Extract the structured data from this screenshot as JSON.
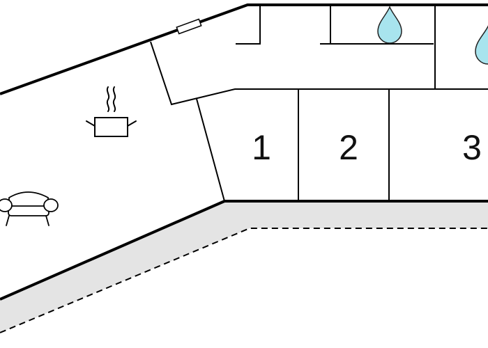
{
  "colors": {
    "wall": "#000000",
    "terrace": "#e4e4e4",
    "water_fill": "#a8e4ee",
    "water_stroke": "#222222",
    "background": "#ffffff"
  },
  "rooms": [
    {
      "number": "1"
    },
    {
      "number": "2"
    },
    {
      "number": "3"
    }
  ],
  "icons": {
    "kitchen": "cooking-pot-icon",
    "living": "sofa-icon",
    "bathroom": "water-drop-icon",
    "window": "window-icon"
  }
}
